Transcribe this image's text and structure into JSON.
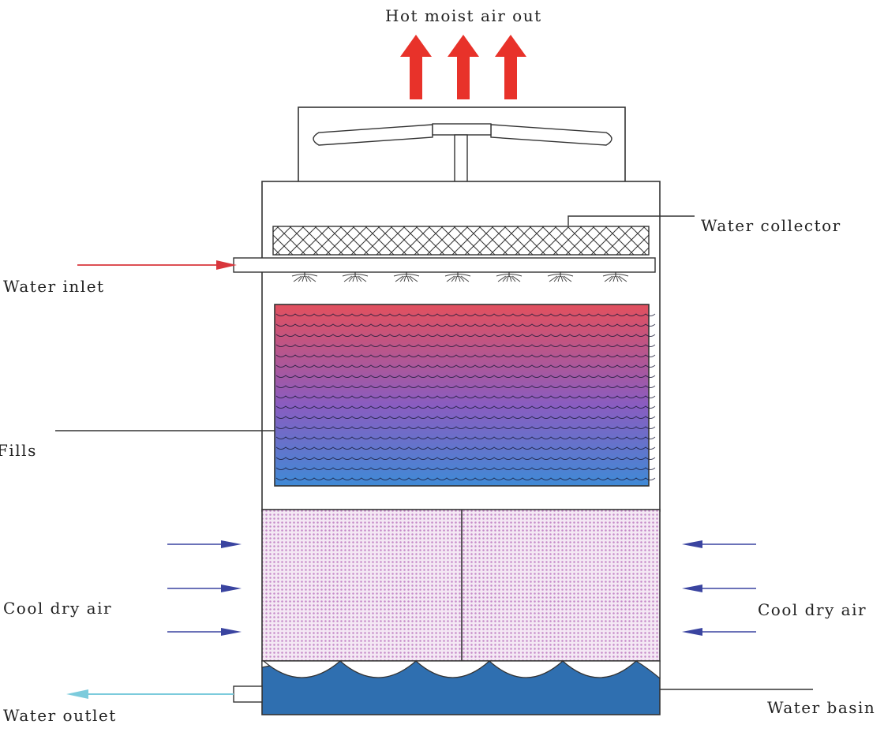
{
  "labels": {
    "hot_air": "Hot moist air out",
    "water_collector": "Water collector",
    "water_inlet": "Water inlet",
    "fills": "Fills",
    "cool_air_left": "Cool dry air",
    "cool_air_right": "Cool dry air",
    "water_outlet": "Water outlet",
    "water_basin": "Water basin"
  },
  "colors": {
    "exhaust_arrow": "#e8322a",
    "inlet_arrow": "#d8363c",
    "air_in_arrow": "#3a44a0",
    "outlet_arrow": "#7ccbdc",
    "fill_top": "#e2505e",
    "fill_mid": "#8a5cc0",
    "fill_bottom": "#3f8ad6",
    "basin_water": "#2f6fb0",
    "louver_pattern": "#c58ac8"
  },
  "icons": {
    "fan": "fan-icon",
    "nozzle": "spray-nozzle-icon"
  },
  "counts": {
    "exhaust_arrows": 3,
    "spray_nozzles": 7,
    "air_arrows_per_side": 3,
    "basin_waves": 5
  }
}
